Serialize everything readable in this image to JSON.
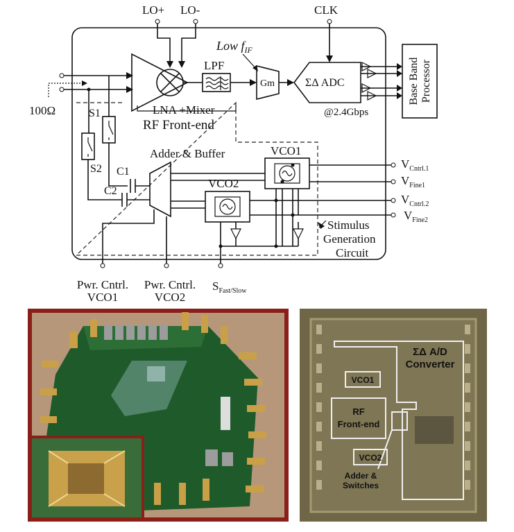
{
  "diagram": {
    "inputs": {
      "lo_plus": "LO+",
      "lo_minus": "LO-",
      "clk": "CLK",
      "impedance": "100Ω"
    },
    "blocks": {
      "lpf": "LPF",
      "low_fif": "Low f",
      "low_fif_sub": "IF",
      "gm": "Gm",
      "adc": "ΣΔ ADC",
      "adc_rate": "@2.4Gbps",
      "baseband_line1": "Base Band",
      "baseband_line2": "Processor",
      "lna_mixer": "LNA +Mixer",
      "rf_frontend": "RF Front-end",
      "adder_buffer": "Adder & Buffer",
      "vco1": "VCO1",
      "vco2": "VCO2"
    },
    "switches": {
      "s1": "S1",
      "s2": "S2",
      "c1": "C1",
      "c2": "C2"
    },
    "outputs": {
      "v_cntrl1_main": "V",
      "v_cntrl1_sub": "Cntrl.1",
      "v_fine1_main": "V",
      "v_fine1_sub": "Fine1",
      "v_cntrl2_main": "V",
      "v_cntrl2_sub": "Cntrl.2",
      "v_fine2_main": "V",
      "v_fine2_sub": "Fine2"
    },
    "stimulus": {
      "line1": "Stimulus",
      "line2": "Generation",
      "line3": "Circuit"
    },
    "bottom_labels": {
      "pwr_vco1_line1": "Pwr. Cntrl.",
      "pwr_vco1_line2": "VCO1",
      "pwr_vco2_line1": "Pwr. Cntrl.",
      "pwr_vco2_line2": "VCO2",
      "s_fast_main": "S",
      "s_fast_sub": "Fast/Slow"
    }
  },
  "photos": {
    "board": {
      "description_icon": "pcb-board-photo"
    },
    "die": {
      "labels": {
        "adc_line1": "ΣΔ A/D",
        "adc_line2": "Converter",
        "vco1": "VCO1",
        "rf_line1": "RF",
        "rf_line2": "Front-end",
        "vco2": "VCO2",
        "adder_line1": "Adder &",
        "adder_line2": "Switches"
      }
    }
  },
  "colors": {
    "board_frame": "#8a1f1a",
    "pcb": "#1f5a2a",
    "die": "#6f6647",
    "die_label": "#f2f2f2"
  }
}
